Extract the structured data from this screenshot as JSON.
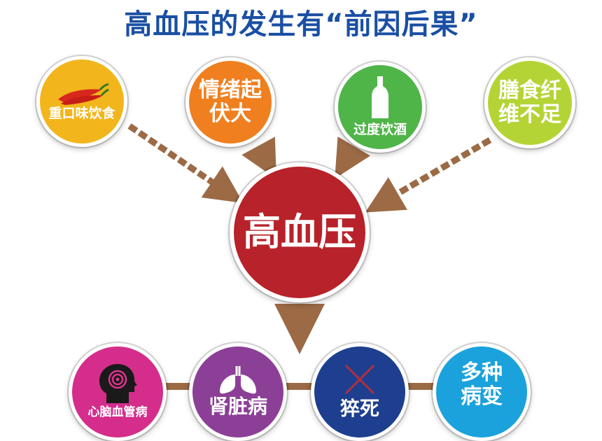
{
  "title": "高血压的发生有“前因后果”",
  "center": {
    "label": "高血压",
    "color": "#b8222a"
  },
  "causes": [
    {
      "label": "重口味饮食",
      "color": "#f2b51b",
      "icon": "chili-pepper-icon"
    },
    {
      "label": "情绪起\n伏大",
      "color": "#ef7f1f"
    },
    {
      "label": "过度饮酒",
      "color": "#4fb548",
      "icon": "bottle-icon"
    },
    {
      "label": "膳食纤\n维不足",
      "color": "#b4d436"
    }
  ],
  "effects": [
    {
      "label": "心脑血管病",
      "color": "#d42d8c",
      "icon": "head-spiral-icon"
    },
    {
      "label": "肾脏病",
      "color": "#8c3f97",
      "icon": "lungs-icon"
    },
    {
      "label": "猝死",
      "color": "#1e3f8f",
      "icon": "cross-icon"
    },
    {
      "label": "多种\n病变",
      "color": "#1ba2dc"
    }
  ],
  "arrow_color": "#9c6a45"
}
